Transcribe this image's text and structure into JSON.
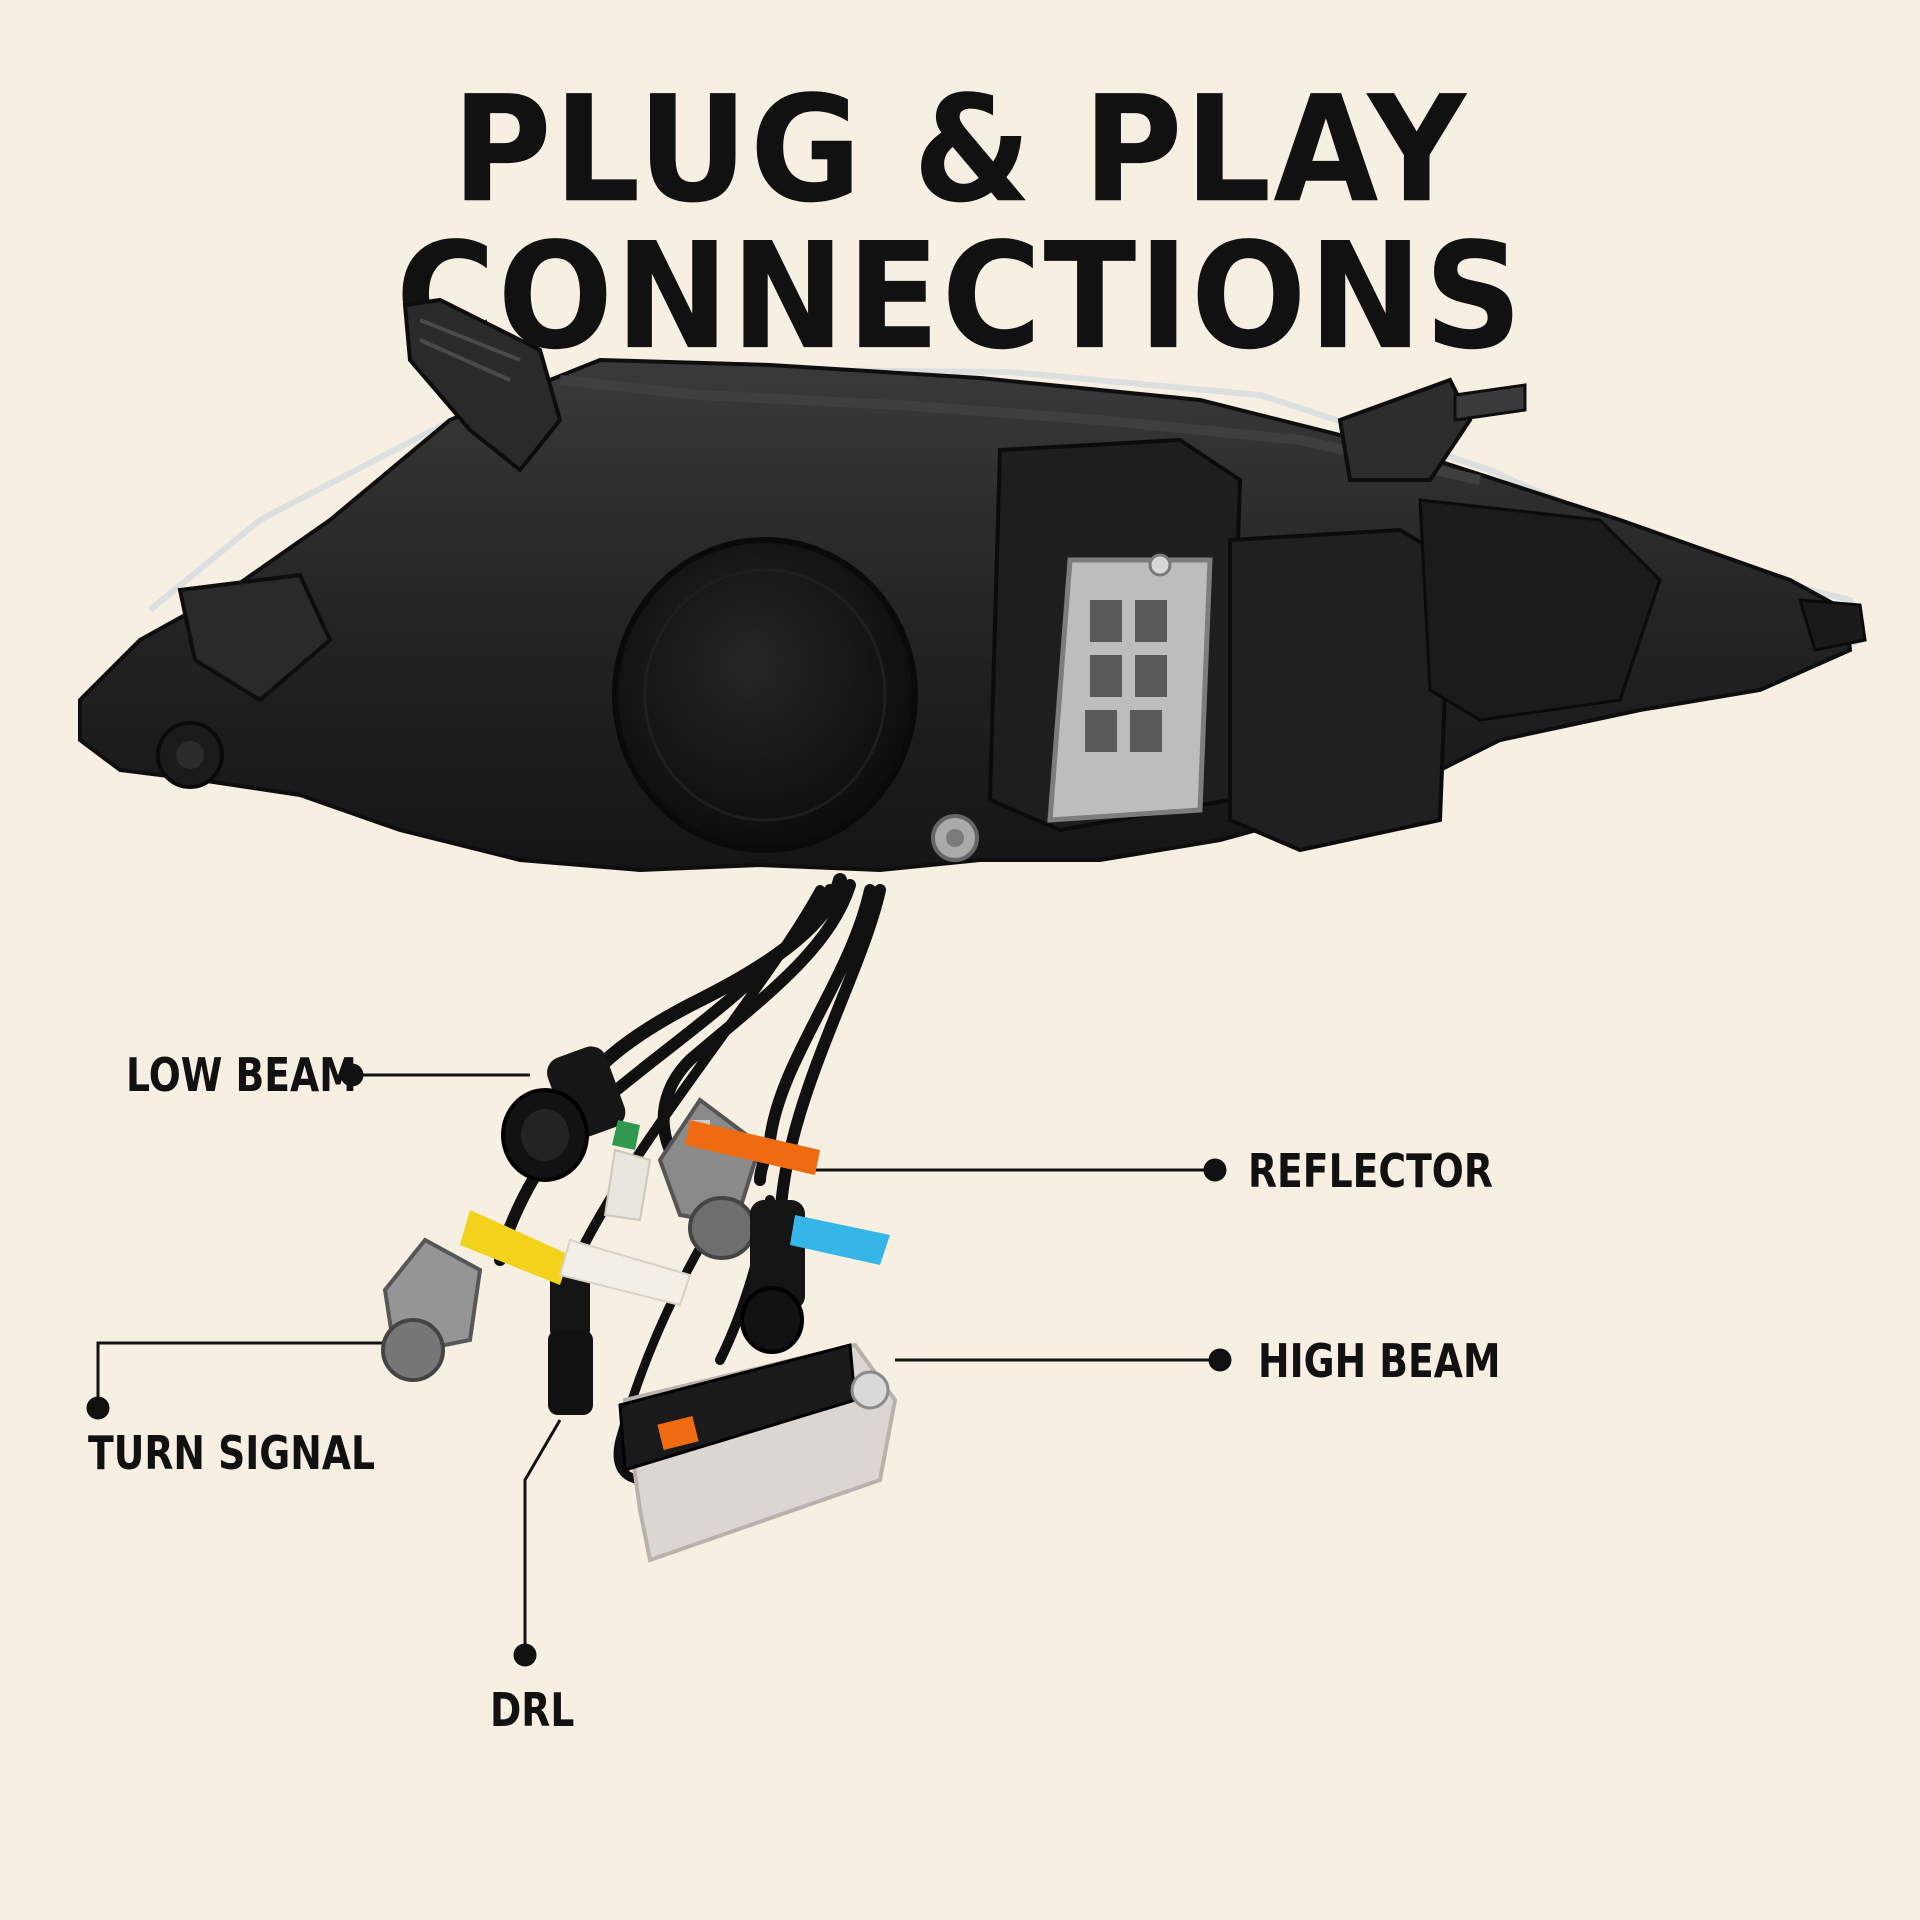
{
  "title": "PLUG & PLAY CONNECTIONS",
  "colors": {
    "background": "#f6efe2",
    "text": "#111111",
    "housing": "#232323",
    "housing_dark": "#141414",
    "gray_connector": "#8c8c8c",
    "tag_yellow": "#f2d21b",
    "tag_orange": "#f06a12",
    "tag_blue": "#35b6e6",
    "tag_green": "#2f9a4f",
    "vent_silver": "#b9b9b9"
  },
  "callouts": {
    "low_beam": "LOW BEAM",
    "reflector": "REFLECTOR",
    "high_beam": "HIGH BEAM",
    "turn_signal": "TURN SIGNAL",
    "drl": "DRL"
  }
}
